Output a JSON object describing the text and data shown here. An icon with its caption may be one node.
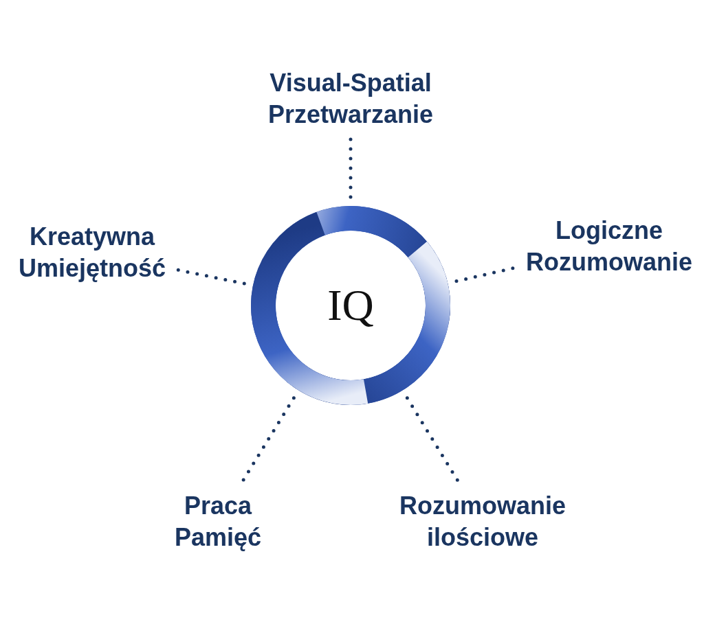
{
  "diagram": {
    "nodes": [
      {
        "text": [
          "Visual-Spatial Przetwarzanie"
        ]
      },
      {
        "text": [
          "Kreatywna Umiejętność"
        ]
      },
      {
        "text": [
          "Logiczne Rozumowanie"
        ]
      },
      {
        "text": [
          "IQ"
        ]
      },
      {
        "text": [
          "Praca Pamięć"
        ]
      },
      {
        "text": [
          "Rozumowanie ilościowe"
        ]
      }
    ],
    "edges": [
      {
        "from": 3,
        "to": 0,
        "arrow": "none"
      },
      {
        "from": 3,
        "to": 1,
        "arrow": "none"
      },
      {
        "from": 3,
        "to": 2,
        "arrow": "none"
      },
      {
        "from": 3,
        "to": 4,
        "arrow": "none"
      },
      {
        "from": 3,
        "to": 5,
        "arrow": "none"
      }
    ]
  }
}
